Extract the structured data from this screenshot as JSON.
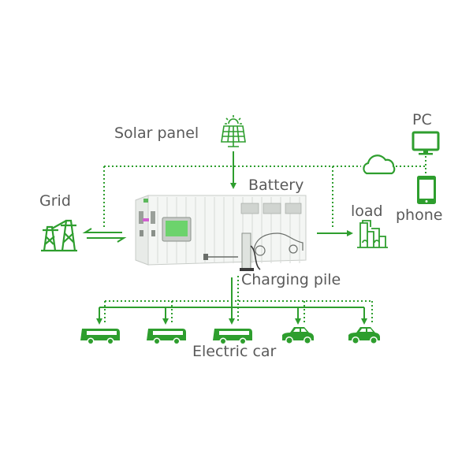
{
  "diagram": {
    "title": "Energy storage system diagram",
    "accent_color": "#2e9e2e",
    "text_color": "#5a5a5a",
    "labels": {
      "solar_panel": "Solar panel",
      "battery": "Battery",
      "grid": "Grid",
      "pc": "PC",
      "phone": "phone",
      "load": "load",
      "charging_pile": "Charging pile",
      "electric_car": "Electric car"
    },
    "icons": {
      "solar": "solar-panel-icon",
      "grid": "power-tower-icon",
      "cloud": "cloud-icon",
      "pc": "monitor-icon",
      "phone": "smartphone-icon",
      "load": "factory-icon",
      "vehicles": [
        "bus-icon",
        "bus-icon",
        "bus-icon",
        "car-icon",
        "car-icon"
      ]
    }
  }
}
